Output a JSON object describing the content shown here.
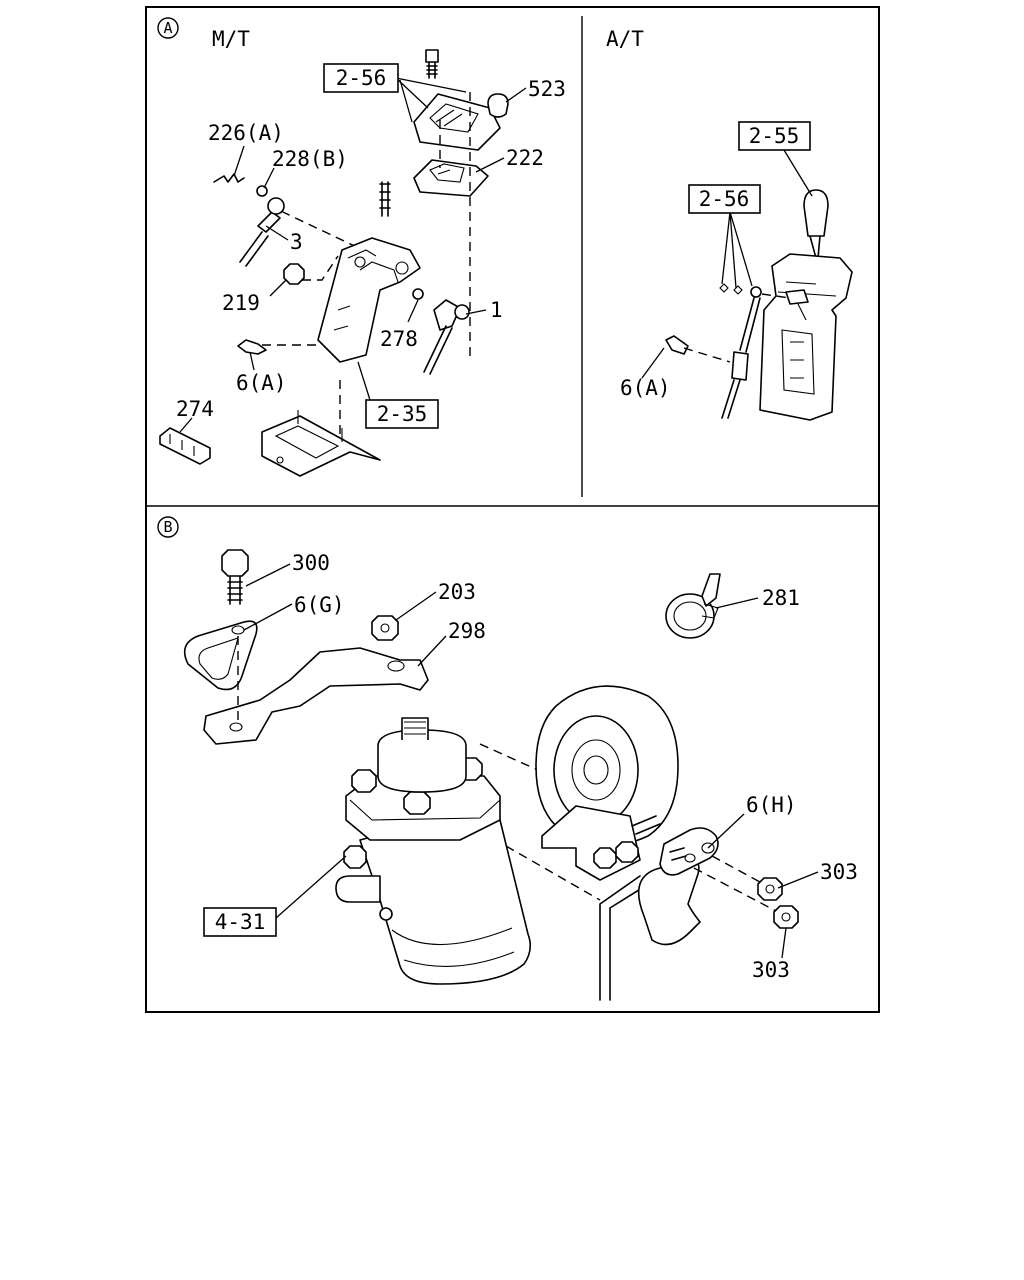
{
  "sections": {
    "a": {
      "marker": "A",
      "mt_title": "M/T",
      "at_title": "A/T"
    },
    "b": {
      "marker": "B"
    }
  },
  "labels": {
    "ref_2_56_mt": "2-56",
    "ref_2_56_at": "2-56",
    "ref_2_55": "2-55",
    "ref_2_35": "2-35",
    "ref_4_31": "4-31",
    "p523": "523",
    "p226a": "226(A)",
    "p228b": "228(B)",
    "p222": "222",
    "p3": "3",
    "p219": "219",
    "p1": "1",
    "p278": "278",
    "p6a_mt": "6(A)",
    "p274": "274",
    "p6a_at": "6(A)",
    "p300": "300",
    "p203": "203",
    "p6g": "6(G)",
    "p298": "298",
    "p281": "281",
    "p6h": "6(H)",
    "p303_a": "303",
    "p303_b": "303"
  }
}
